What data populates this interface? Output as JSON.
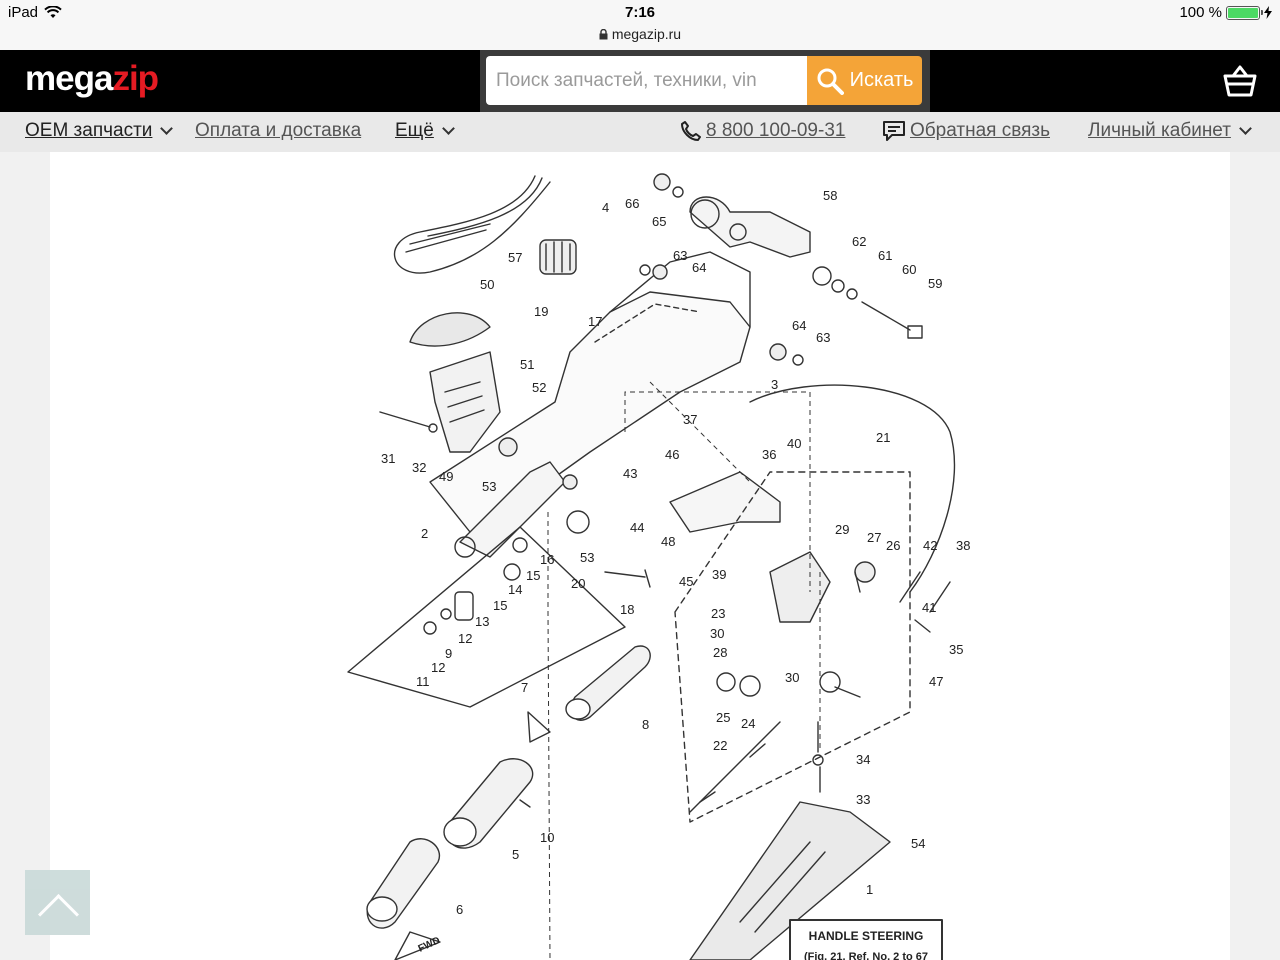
{
  "status_bar": {
    "device": "iPad",
    "time": "7:16",
    "url": "megazip.ru",
    "battery": "100 %"
  },
  "header": {
    "logo_mega": "mega",
    "logo_zip": "zip",
    "search_placeholder": "Поиск запчастей, техники, vin",
    "search_button": "Искать"
  },
  "nav": {
    "oem": "OEM запчасти",
    "payment": "Оплата и доставка",
    "more": "Ещё",
    "phone": "8 800 100-09-31",
    "feedback": "Обратная связь",
    "account": "Личный кабинет"
  },
  "diagram": {
    "box_title": "HANDLE STEERING",
    "box_subtitle": "(Fig. 21, Ref. No. 2 to 67",
    "fwd": "FWD",
    "callouts": [
      "66",
      "65",
      "4",
      "58",
      "57",
      "62",
      "63",
      "64",
      "61",
      "60",
      "59",
      "50",
      "19",
      "17",
      "64",
      "63",
      "51",
      "3",
      "52",
      "37",
      "40",
      "21",
      "31",
      "32",
      "49",
      "53",
      "36",
      "46",
      "43",
      "2",
      "44",
      "48",
      "29",
      "27",
      "26",
      "42",
      "38",
      "16",
      "15",
      "14",
      "53",
      "45",
      "39",
      "15",
      "13",
      "20",
      "18",
      "23",
      "41",
      "12",
      "9",
      "30",
      "28",
      "35",
      "12",
      "11",
      "47",
      "7",
      "30",
      "25",
      "24",
      "8",
      "22",
      "34",
      "33",
      "10",
      "54",
      "5",
      "1",
      "6"
    ]
  },
  "colors": {
    "header_bg": "#000000",
    "accent_red": "#e51b23",
    "search_button": "#f4a438",
    "nav_bg": "#e9e9e9"
  }
}
